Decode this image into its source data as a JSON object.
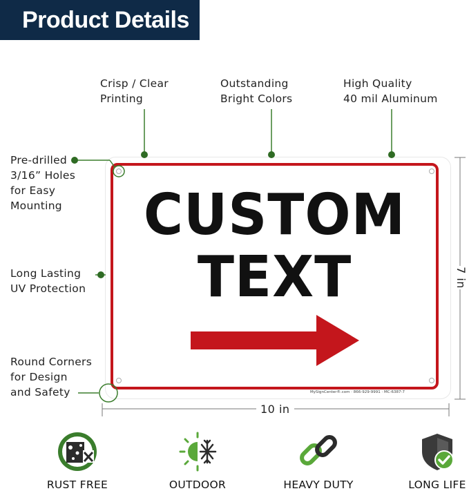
{
  "header": {
    "title": "Product Details"
  },
  "callouts": {
    "printing": "Crisp / Clear\nPrinting",
    "colors": "Outstanding\nBright Colors",
    "quality": "High Quality\n40 mil Aluminum",
    "holes": "Pre-drilled\n3/16” Holes\nfor Easy\nMounting",
    "uv": "Long Lasting\nUV Protection",
    "corners": "Round Corners\nfor Design\nand Safety"
  },
  "sign": {
    "line1": "CUSTOM",
    "line2": "TEXT",
    "footer": "MySignCenter®.com · 866-929-9991 · MC-6387-7",
    "arrow_direction": "right",
    "border_color": "#c4161c",
    "arrow_color": "#c4161c"
  },
  "dimensions": {
    "width_label": "10 in",
    "height_label": "7 in"
  },
  "features": [
    {
      "label": "RUST FREE",
      "icon": "rust-free-icon"
    },
    {
      "label": "OUTDOOR",
      "icon": "sun-snowflake-icon"
    },
    {
      "label": "HEAVY DUTY",
      "icon": "chain-link-icon"
    },
    {
      "label": "LONG LIFE",
      "icon": "shield-check-icon"
    }
  ],
  "colors": {
    "banner": "#0f2a47",
    "accent_green": "#3a7d2c",
    "sign_red": "#c4161c"
  }
}
